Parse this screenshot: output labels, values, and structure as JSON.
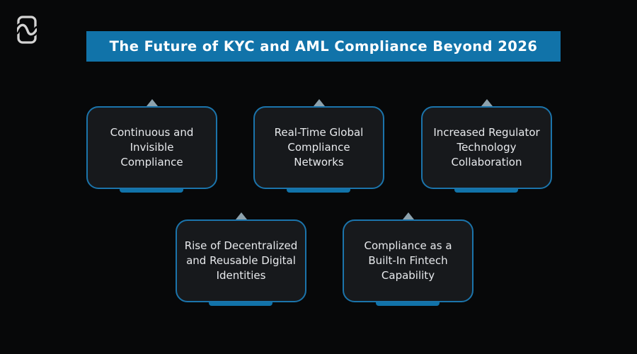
{
  "header": {
    "title": "The Future of KYC and AML Compliance Beyond 2026"
  },
  "logo": {
    "name": "brand-mark"
  },
  "cards": [
    {
      "label": "Continuous and\nInvisible\nCompliance"
    },
    {
      "label": "Real-Time Global\nCompliance\nNetworks"
    },
    {
      "label": "Increased Regulator\nTechnology\nCollaboration"
    },
    {
      "label": "Rise of Decentralized\nand Reusable Digital\nIdentities"
    },
    {
      "label": "Compliance as a\nBuilt-In Fintech\nCapability"
    }
  ],
  "colors": {
    "background": "#070809",
    "banner": "#1173a9",
    "card_background": "#17191c",
    "card_border": "#1b74ab",
    "arrow": "#8da2ad",
    "text": "#e8eaed"
  }
}
